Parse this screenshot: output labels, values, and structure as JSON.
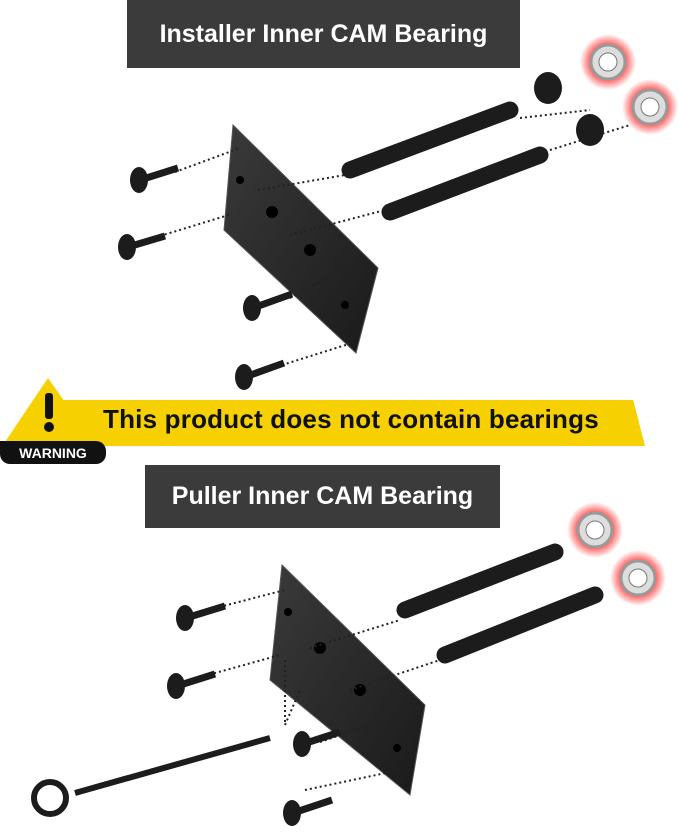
{
  "installer_title": "Installer Inner CAM Bearing",
  "warning": {
    "label": "WARNING",
    "message": "This product does not contain bearings",
    "color": "#f6d000"
  },
  "puller_title": "Puller Inner CAM Bearing",
  "colors": {
    "banner": "#3b3b3b",
    "bearing_glow": "#ff3b3b",
    "metal": "#1c1c1c"
  }
}
